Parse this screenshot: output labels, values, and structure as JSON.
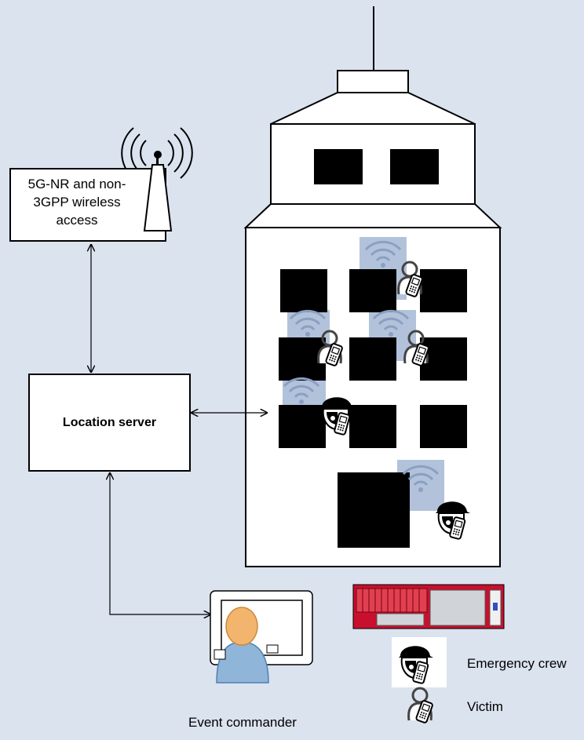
{
  "labels": {
    "wireless_access_line1": "5G-NR and non-",
    "wireless_access_line2": "3GPP wireless",
    "wireless_access_line3": "access",
    "location_server": "Location server",
    "event_commander": "Event commander",
    "legend_emergency_crew": "Emergency crew",
    "legend_victim": "Victim"
  },
  "colors": {
    "background": "#dbe3ef",
    "wifi_zone": "#9fb3d1",
    "fire_truck_red": "#c8102e"
  },
  "icons": [
    "antenna-icon",
    "wifi-icon",
    "victim-icon",
    "emergency-crew-icon",
    "fire-truck-icon",
    "commander-icon",
    "monitor-icon"
  ]
}
